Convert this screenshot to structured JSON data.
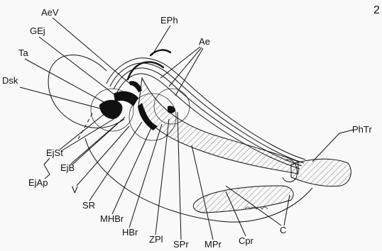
{
  "figure": {
    "page_number": "2",
    "labels": {
      "AeV": "AeV",
      "EPh": "EPh",
      "GEj": "GEj",
      "Ae": "Ae",
      "Ta": "Ta",
      "Dsk": "Dsk",
      "PhTr": "PhTr",
      "EjSt": "EjSt",
      "EjB": "EjB",
      "EjAp": "EjAp",
      "V": "V",
      "SR": "SR",
      "MHBr": "MHBr",
      "HBr": "HBr",
      "ZPl": "ZPl",
      "SPr": "SPr",
      "MPr": "MPr",
      "Cpr": "Cpr",
      "C": "C"
    },
    "colors": {
      "ink": "#111111",
      "paper": "#f9f9f9"
    }
  }
}
